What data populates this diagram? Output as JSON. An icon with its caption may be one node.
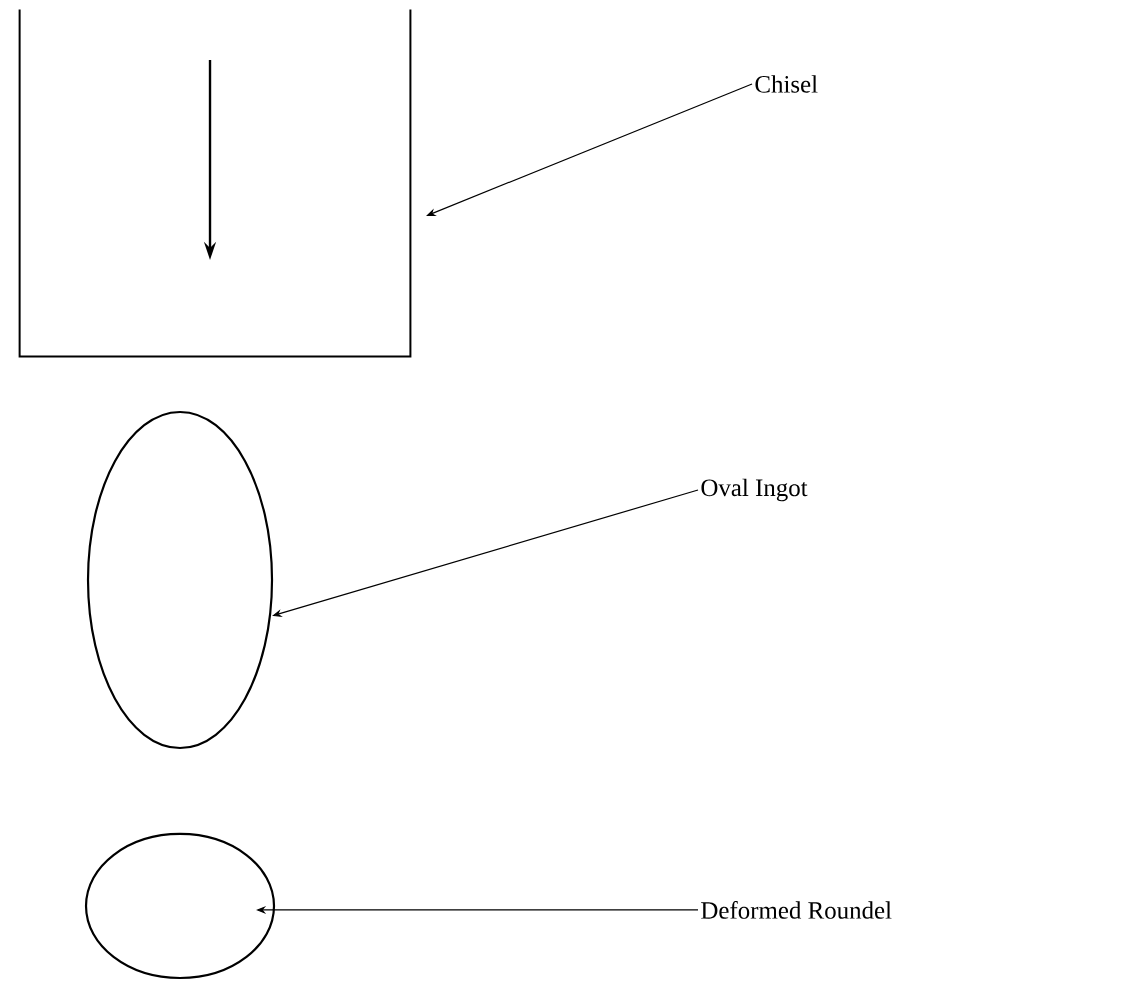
{
  "diagram": {
    "nodes": [
      {
        "text": [
          "Chisel"
        ]
      },
      {
        "text": [],
        "shape": "box"
      },
      {
        "text": [
          "Oval Ingot"
        ]
      },
      {
        "text": [],
        "shape": "ellipse"
      },
      {
        "text": [
          "Deformed Roundel"
        ]
      },
      {
        "text": [],
        "shape": "ellipse"
      }
    ],
    "edges": [
      {
        "from": 0,
        "to": 1,
        "arrow": "to"
      },
      {
        "from": 2,
        "to": 3,
        "arrow": "to"
      },
      {
        "from": 4,
        "to": 5,
        "arrow": "to"
      }
    ]
  }
}
